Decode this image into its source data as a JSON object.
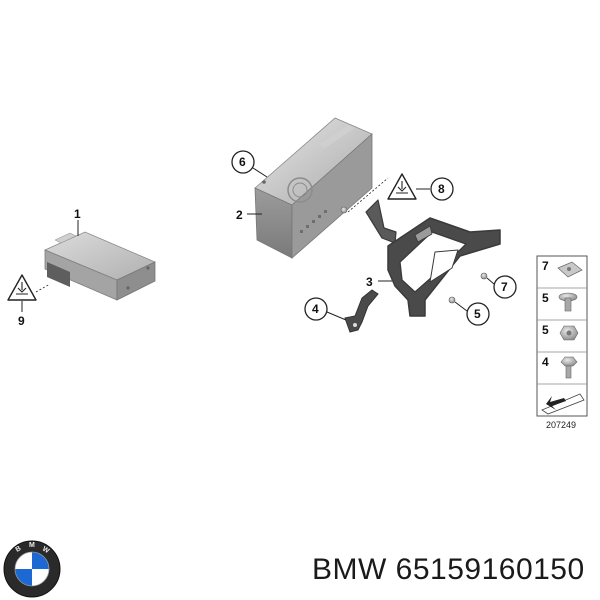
{
  "callouts": {
    "c1": "1",
    "c2": "2",
    "c3": "3",
    "c4": "4",
    "c5": "5",
    "c6": "6",
    "c7": "7",
    "c8": "8",
    "c9": "9"
  },
  "legend": {
    "items": [
      "7",
      "5",
      "5",
      "4"
    ],
    "diagram_number": "207249"
  },
  "footer": {
    "brand_logo": "BMW",
    "part_text": "BMW 65159160150"
  },
  "icons": {
    "warning": "electrostatic-warning-icon",
    "logo": "bmw-roundel-logo"
  },
  "colors": {
    "logo_blue": "#1c69d4",
    "bracket": "#3a3a3a",
    "module": "#b9b9b9"
  }
}
